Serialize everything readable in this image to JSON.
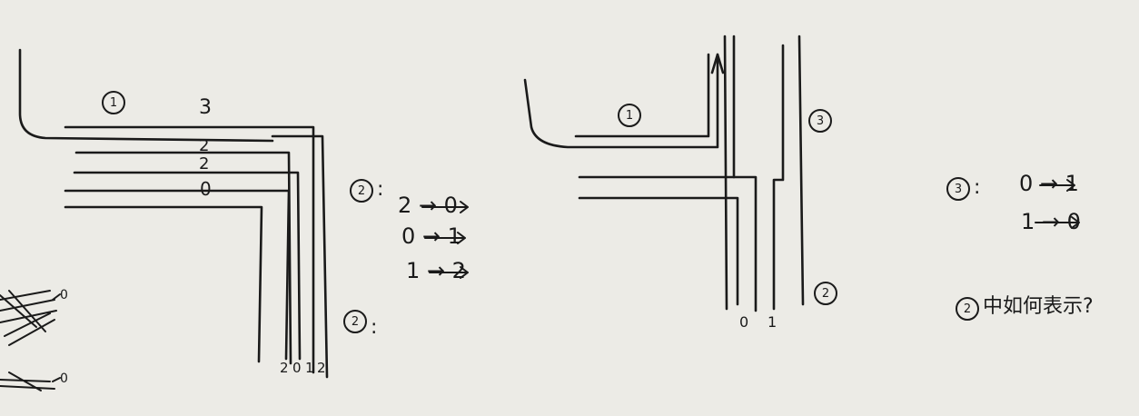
{
  "left_figure": {
    "label_1": "1",
    "label_2_colon": ":",
    "right_labels": [
      "3",
      "2",
      "2",
      "0"
    ],
    "bottom_labels": [
      "2",
      "0",
      "1",
      "2"
    ],
    "mapping_title_label": "2",
    "mapping_rows": [
      "2 → 0",
      "0 → 1",
      "1 → 2"
    ],
    "corner_scribble_labels": [
      "0",
      "0"
    ]
  },
  "right_figure": {
    "label_1": "1",
    "label_3": "3",
    "label_2": "2",
    "bottom_labels": [
      "0",
      "1"
    ],
    "mapping_title_label": "3",
    "mapping_rows": [
      "0 → 1",
      "1 → 0"
    ],
    "question_label": "2",
    "question_text": "中如何表示?"
  },
  "colors": {
    "paper": "#ecebe6",
    "ink": "#1a1a1a"
  }
}
